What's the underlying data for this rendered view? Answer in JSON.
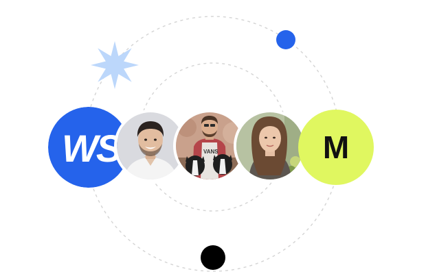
{
  "logos": {
    "left": {
      "text": "WS",
      "background": "#2563eb",
      "text_color": "#ffffff"
    },
    "right": {
      "text": "M",
      "background": "#e0f760",
      "text_color": "#111111"
    }
  },
  "avatars": [
    {
      "icon": "man-smiling-avatar",
      "background": "#d9dadf"
    },
    {
      "icon": "man-with-dogs-avatar",
      "background": "#c9a18c"
    },
    {
      "icon": "woman-avatar",
      "background": "#b7c2a2"
    }
  ],
  "decorations": {
    "sparkle_color": "#bcd7fb",
    "blue_dot_color": "#2563eb",
    "black_dot_color": "#000000",
    "orbit_color": "#d4d4d4"
  }
}
